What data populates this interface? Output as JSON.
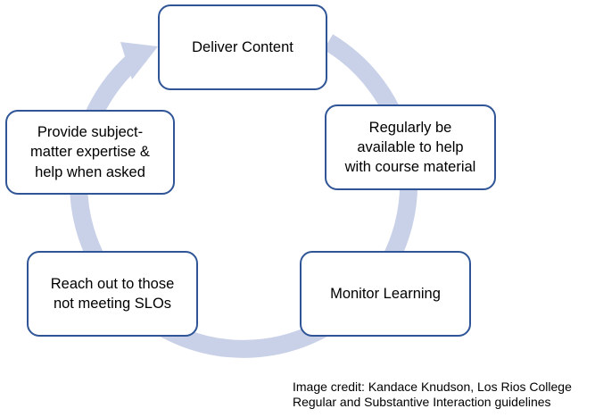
{
  "diagram": {
    "type": "cycle",
    "ring_color": "#c9d1e8",
    "box_border_color": "#2f5597",
    "nodes": [
      {
        "id": "deliver",
        "label": "Deliver Content"
      },
      {
        "id": "available",
        "label": "Regularly be\navailable to help\nwith course material"
      },
      {
        "id": "monitor",
        "label": "Monitor Learning"
      },
      {
        "id": "reach",
        "label": "Reach out to those\nnot meeting SLOs"
      },
      {
        "id": "expertise",
        "label": "Provide subject-\nmatter expertise &\nhelp when asked"
      }
    ]
  },
  "credit": {
    "line1": "Image credit: Kandace Knudson, Los Rios College",
    "line2": "Regular and Substantive Interaction guidelines"
  }
}
